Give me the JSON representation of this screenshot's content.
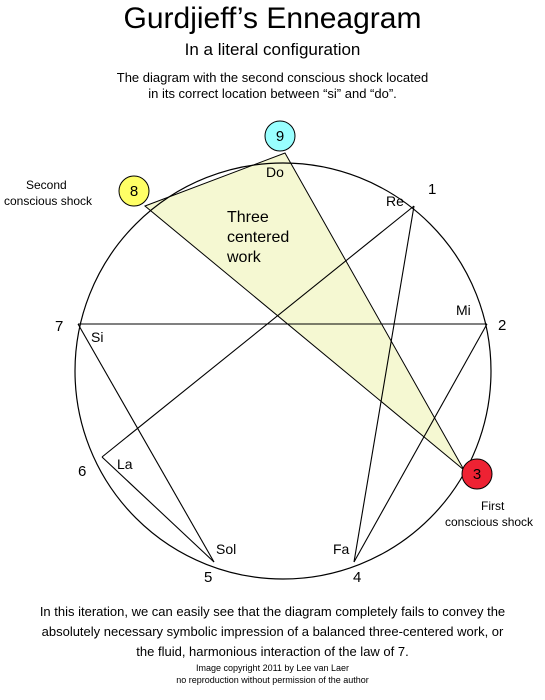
{
  "header": {
    "title": "Gurdjieff’s Enneagram",
    "subtitle": "In a literal configuration",
    "description_lines": [
      "The diagram with the second conscious shock located",
      "in its correct location between “si” and “do”."
    ]
  },
  "diagram": {
    "points": [
      {
        "number": "9",
        "note": "Do"
      },
      {
        "number": "1",
        "note": "Re"
      },
      {
        "number": "2",
        "note": "Mi"
      },
      {
        "number": "3",
        "note": ""
      },
      {
        "number": "4",
        "note": "Fa"
      },
      {
        "number": "5",
        "note": "Sol"
      },
      {
        "number": "6",
        "note": "La"
      },
      {
        "number": "7",
        "note": "Si"
      },
      {
        "number": "8",
        "note": ""
      }
    ],
    "inner_text_lines": [
      "Three",
      "centered",
      "work"
    ],
    "second_shock_lines": [
      "Second",
      "conscious shock"
    ],
    "first_shock_lines": [
      "First",
      "conscious shock"
    ],
    "colors": {
      "point_9": "#99ffff",
      "point_8": "#ffff66",
      "point_3": "#ee2233",
      "triangle_fill": "#f5f8d2"
    }
  },
  "body": {
    "lines": [
      "In this iteration, we can easily see that the diagram completely fails to convey the",
      "absolutely necessary symbolic impression of a balanced three-centered work, or",
      "the fluid, harmonious interaction of the law of 7."
    ]
  },
  "footer": {
    "lines": [
      "Image copyright 2011 by Lee van Laer",
      "no reproduction without permission of the author"
    ]
  }
}
